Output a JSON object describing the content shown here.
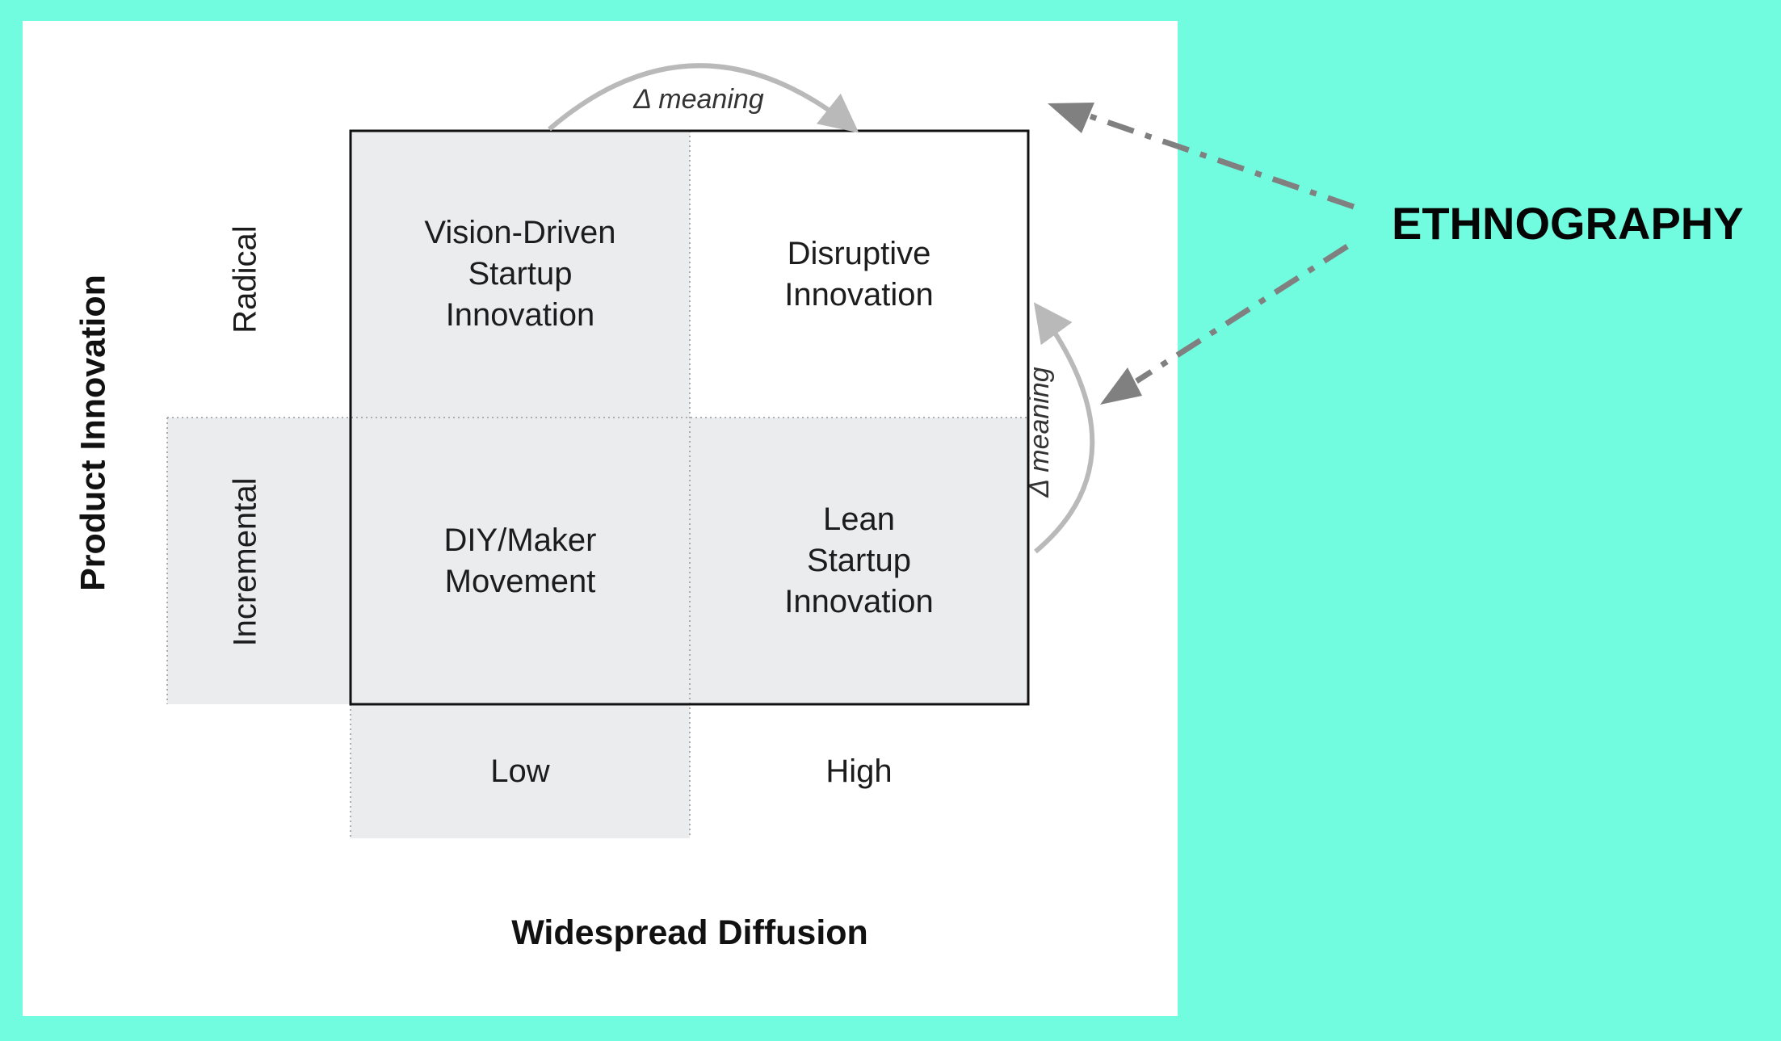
{
  "diagram": {
    "y_axis_title": "Product Innovation",
    "x_axis_title": "Widespread Diffusion",
    "row_labels": {
      "top": "Radical",
      "bottom": "Incremental"
    },
    "col_labels": {
      "left": "Low",
      "right": "High"
    },
    "quadrants": {
      "top_left": [
        "Vision-Driven",
        "Startup",
        "Innovation"
      ],
      "top_right": [
        "Disruptive",
        "Innovation"
      ],
      "bottom_left": [
        "DIY/Maker",
        "Movement"
      ],
      "bottom_right": [
        "Lean",
        "Startup",
        "Innovation"
      ]
    },
    "transition_label_top": "Δ meaning",
    "transition_label_right": "Δ meaning"
  },
  "callout": {
    "label": "ETHNOGRAPHY"
  },
  "colors": {
    "background": "#72fcdf",
    "card": "#ffffff",
    "shaded_cell": "#ebecee",
    "arrow_gray": "#808080",
    "arc_gray": "#b9b9b9"
  }
}
